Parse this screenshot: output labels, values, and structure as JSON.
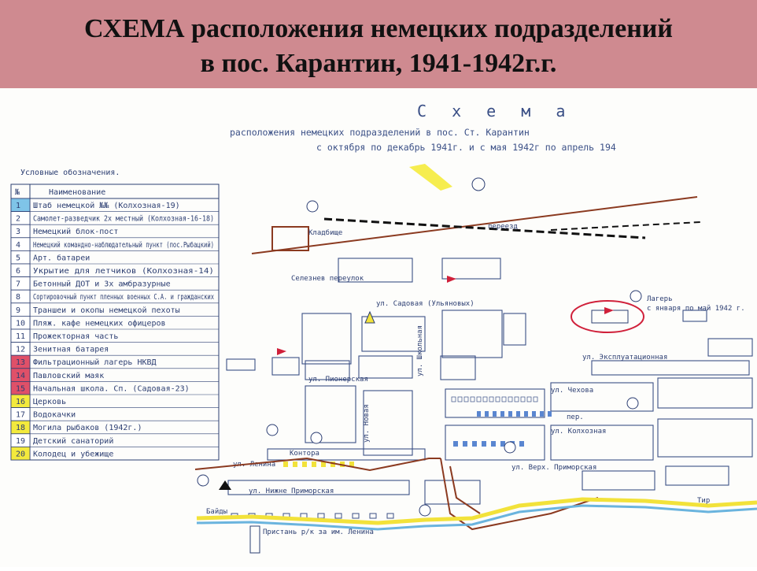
{
  "slide": {
    "title_line1": "СХЕМА расположения немецких подразделений",
    "title_line2": "в пос. Карантин, 1941-1942г.г."
  },
  "map": {
    "header": {
      "title": "С х е м а",
      "line1": "расположения немецких подразделений в пос. Ст. Карантин",
      "line2": "с октября по декабрь 1941г. и с мая 1942г по апрель 194"
    },
    "legend": {
      "title": "Условные обозначения.",
      "col_num": "№",
      "col_name": "Наименование",
      "rows": [
        {
          "n": "1",
          "text": "Штаб немецкой №№ (Колхозная-19)",
          "color": "#7fc4e8"
        },
        {
          "n": "2",
          "text": "Самолет-разведчик 2х местный (Колхозная-16-18)",
          "color": "#ffffff"
        },
        {
          "n": "3",
          "text": "Немецкий блок-пост",
          "color": "#ffffff"
        },
        {
          "n": "4",
          "text": "Немецкий командно-наблюдательный пункт (пос.Рыбацкий)",
          "color": "#ffffff"
        },
        {
          "n": "5",
          "text": "Арт. батареи",
          "color": "#ffffff"
        },
        {
          "n": "6",
          "text": "Укрытие для летчиков (Колхозная-14)",
          "color": "#ffffff"
        },
        {
          "n": "7",
          "text": "Бетонный ДОТ и 3х амбразурные",
          "color": "#ffffff"
        },
        {
          "n": "8",
          "text": "Сортировочный пункт пленных военных С.А. и гражданских",
          "color": "#ffffff"
        },
        {
          "n": "9",
          "text": "Траншеи и окопы немецкой пехоты",
          "color": "#ffffff"
        },
        {
          "n": "10",
          "text": "Пляж. кафе немецких офицеров",
          "color": "#ffffff"
        },
        {
          "n": "11",
          "text": "Прожекторная часть",
          "color": "#ffffff"
        },
        {
          "n": "12",
          "text": "Зенитная батарея",
          "color": "#ffffff"
        },
        {
          "n": "13",
          "text": "Фильтрационный лагерь НКВД",
          "color": "#e05068"
        },
        {
          "n": "14",
          "text": "Павловский маяк",
          "color": "#e05068"
        },
        {
          "n": "15",
          "text": "Начальная школа. Сп. (Садовая-23)",
          "color": "#e05068"
        },
        {
          "n": "16",
          "text": "Церковь",
          "color": "#f3ea3c"
        },
        {
          "n": "17",
          "text": "Водокачки",
          "color": "#ffffff"
        },
        {
          "n": "18",
          "text": "Могила рыбаков (1942г.)",
          "color": "#f3ea3c"
        },
        {
          "n": "19",
          "text": "Детский санаторий",
          "color": "#ffffff"
        },
        {
          "n": "20",
          "text": "Колодец и убежище",
          "color": "#f3ea3c"
        }
      ]
    },
    "labels": {
      "cemetery": "Кладбище",
      "crossing": "переезд",
      "camp": "Лагерь",
      "camp_dates": "с января по май 1942 г.",
      "sadovaya": "ул. Садовая (Ульяновых)",
      "seleznev": "Селезнев переулок",
      "ekspl": "ул. Эксплуатационная",
      "chekhova": "ул. Чехова",
      "kolkhoznaya": "ул. Колхозная",
      "pionerskaya": "ул. Пионерская",
      "shkolnaya": "ул. Школьная",
      "novaya": "ул. Новая",
      "verkh": "ул. Верх. Приморская",
      "nizh": "ул. Нижне Приморская",
      "lenina": "ул. Ленина",
      "kontora": "Контора",
      "baidy": "Байды",
      "pier": "Пристань р/к за им. Ленина",
      "tir": "Тир",
      "lane": "пер."
    }
  }
}
